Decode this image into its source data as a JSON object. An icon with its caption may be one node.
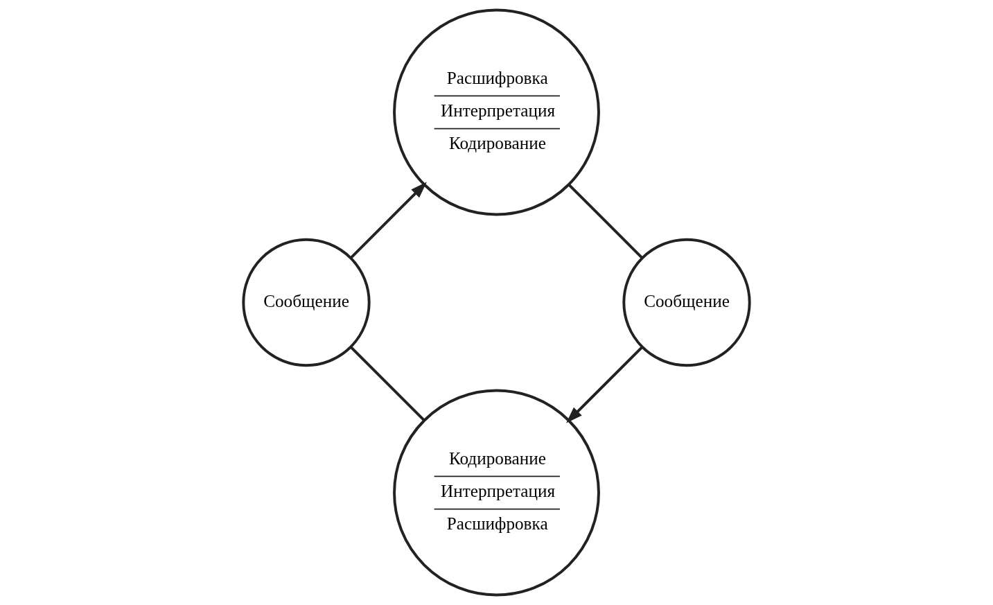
{
  "diagram": {
    "nodes": [
      {
        "text": [
          "Кодирование",
          "Интерпретация",
          "Расшифровка"
        ]
      },
      {
        "text": [
          "Сообщение"
        ]
      },
      {
        "text": [
          "Расшифровка",
          "Интерпретация",
          "Кодирование"
        ]
      },
      {
        "text": [
          "Сообщение"
        ]
      }
    ],
    "edges": [
      {
        "from": 0,
        "to": 1,
        "arrow": "none"
      },
      {
        "from": 1,
        "to": 2,
        "arrow": "to"
      },
      {
        "from": 2,
        "to": 3,
        "arrow": "none"
      },
      {
        "from": 3,
        "to": 0,
        "arrow": "to"
      }
    ]
  }
}
